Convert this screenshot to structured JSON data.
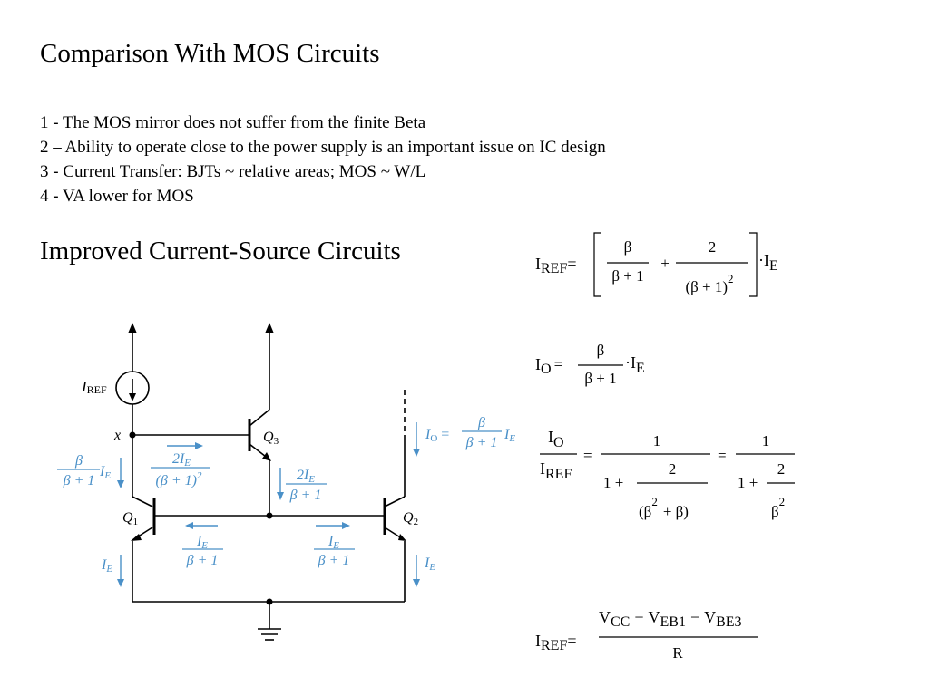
{
  "slide": {
    "title1": "Comparison With MOS Circuits",
    "items": [
      "1 - The MOS mirror does not suffer from the finite Beta",
      "2 – Ability to operate close to the power supply is an important issue on IC design",
      "3 -  Current Transfer: BJTs ~  relative areas;  MOS ~ W/L",
      "4 -  VA lower for MOS"
    ],
    "title2": "Improved Current-Source Circuits"
  },
  "colors": {
    "annotation_blue": "#4a90c8",
    "text": "#000000"
  },
  "circuit": {
    "iref_label": "I",
    "iref_sub": "REF",
    "node_x": "x",
    "q1": "Q",
    "q1_sub": "1",
    "q2": "Q",
    "q2_sub": "2",
    "q3": "Q",
    "q3_sub": "3",
    "io_lhs": "I",
    "io_lhs_sub": "O",
    "eq_sign": "=",
    "beta": "β",
    "beta_plus_1": "β + 1",
    "ie": "I",
    "ie_sub": "E",
    "two_ie": "2I",
    "beta_plus_1_sq": "(β + 1)",
    "sq": "2"
  },
  "equations": {
    "eq1": {
      "lhs": "I",
      "lhs_sub": "REF",
      "eq": "=",
      "n1": "β",
      "d1": "β  +  1",
      "plus": "+",
      "n2": "2",
      "d2": "(β  +  1)",
      "d2_exp": "2",
      "dot": "·I",
      "dot_sub": "E"
    },
    "eq2": {
      "lhs": "I",
      "lhs_sub": "O",
      "eq": "=",
      "num": "β",
      "den": "β  +  1",
      "dot": "·I",
      "dot_sub": "E"
    },
    "eq3": {
      "num": "I",
      "num_sub": "O",
      "den": "I",
      "den_sub": "REF",
      "eq": "=",
      "one": "1",
      "one_plus": "1  +",
      "two": "2",
      "den_a": "(β",
      "den_a_exp": "2",
      "den_a_rest": "+  β)",
      "eq2": "=",
      "one2": "1",
      "one_plus2": "1  +",
      "two2": "2",
      "beta2": "β",
      "beta2_exp": "2"
    },
    "eq4": {
      "lhs": "I",
      "lhs_sub": "REF",
      "eq": "=",
      "v1": "V",
      "v1_sub": "CC",
      "minus1": "−",
      "v2": "V",
      "v2_sub": "EB1",
      "minus2": "−",
      "v3": "V",
      "v3_sub": "BE3",
      "den": "R"
    }
  }
}
